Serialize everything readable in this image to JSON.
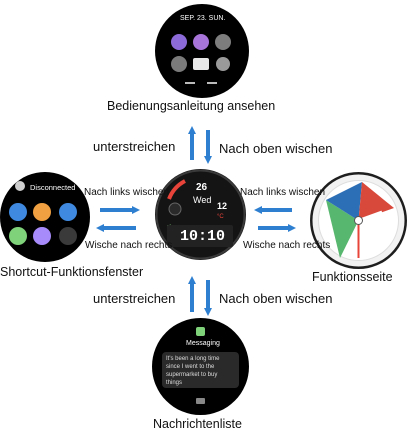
{
  "watches": {
    "top": {
      "caption": "Bedienungsanleitung ansehen",
      "date_text": "SEP. 23. SUN."
    },
    "left": {
      "caption": "Shortcut-Funktionsfenster",
      "status_text": "Disconnected"
    },
    "center": {
      "time_text": "10:10",
      "day_number": "26",
      "weekday": "Wed",
      "side_value": "12",
      "side_value_unit": "°C"
    },
    "right": {
      "caption": "Funktionsseite"
    },
    "bottom": {
      "caption": "Nachrichtenliste",
      "app_title": "Messaging",
      "message": "It's been a long time since I went to the supermarket to buy things"
    }
  },
  "gestures": {
    "up_top": "unterstreichen",
    "down_top": "Nach oben wischen",
    "up_bottom": "unterstreichen",
    "down_bottom": "Nach oben wischen",
    "left_to_center_above": "Nach links wischen",
    "center_to_left_below": "Wische nach rechts",
    "right_to_center_above": "Nach links wischen",
    "center_to_right_below": "Wische nach rechts"
  },
  "colors": {
    "arrow": "#2f7fd0",
    "accent_red": "#e8443a",
    "accent_green": "#7fd27a",
    "function_blue": "#2c6fb7",
    "function_green": "#58b76e",
    "function_red": "#d9493b"
  }
}
